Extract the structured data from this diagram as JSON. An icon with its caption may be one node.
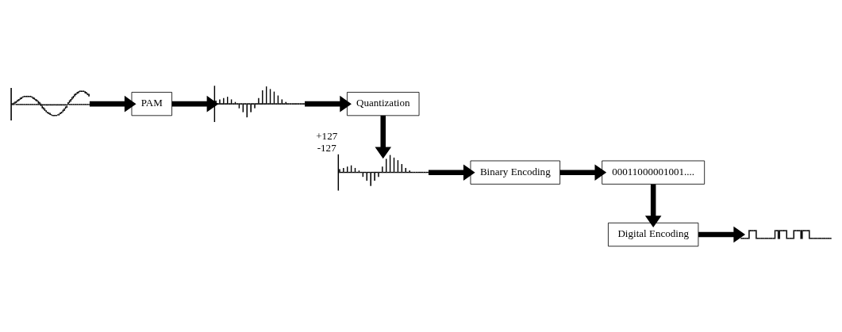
{
  "diagram": {
    "nodes": [
      {
        "text": [],
        "shape": "picture"
      },
      {
        "text": [
          "PAM"
        ]
      },
      {
        "text": [],
        "shape": "picture"
      },
      {
        "text": [
          "Quantization"
        ]
      },
      {
        "text": [],
        "shape": "picture",
        "beside": [
          "+127",
          "-127"
        ]
      },
      {
        "text": [
          "Binary Encoding"
        ]
      },
      {
        "text": [
          "00011000001001...."
        ]
      },
      {
        "text": [
          "Digital Encoding"
        ]
      },
      {
        "text": [],
        "shape": "picture"
      }
    ],
    "edges": [
      {
        "from": 0,
        "to": 1,
        "arrow": "to"
      },
      {
        "from": 1,
        "to": 2,
        "arrow": "to"
      },
      {
        "from": 2,
        "to": 3,
        "arrow": "to"
      },
      {
        "from": 3,
        "to": 4,
        "arrow": "to"
      },
      {
        "from": 4,
        "to": 5,
        "arrow": "to"
      },
      {
        "from": 5,
        "to": 6,
        "arrow": "to"
      },
      {
        "from": 6,
        "to": 7,
        "arrow": "to"
      },
      {
        "from": 7,
        "to": 8,
        "arrow": "to"
      }
    ]
  }
}
